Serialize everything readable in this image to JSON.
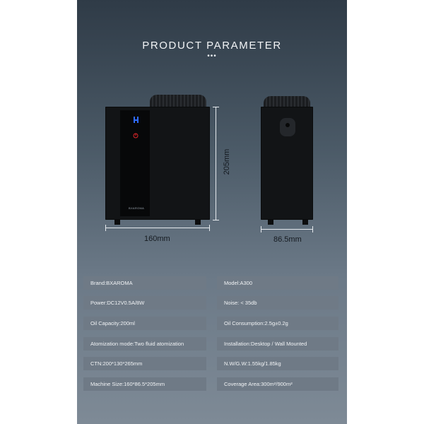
{
  "header": {
    "title": "PRODUCT PARAMETER",
    "dots": "•••"
  },
  "front_view": {
    "brand_mark": "BXAROMA",
    "width_label": "160mm",
    "height_label": "205mm"
  },
  "side_view": {
    "depth_label": "86.5mm"
  },
  "parameters": {
    "left": [
      "Brand:BXAROMA",
      "Power:DC12V0.5A/8W",
      "Oil Capacity:200ml",
      "Atomization mode:Two fluid atomization",
      "CTN:200*130*265mm",
      "Machine Size:160*86.5*205mm"
    ],
    "right": [
      "Model:A300",
      "Noise: < 35db",
      "Oil Consumption:2.5g±0.2g",
      "Installation:Desktop / Wall Mounted",
      "N.W/G.W:1.55kg/1.85kg",
      "Coverage Area:300m²/900m²"
    ]
  },
  "colors": {
    "background_top": "#2f3b47",
    "background_bottom": "#7e8a96",
    "cell": "#6f7a86",
    "device": "#121416",
    "indicator_blue": "#2f6cff",
    "indicator_red": "#e0262a"
  }
}
